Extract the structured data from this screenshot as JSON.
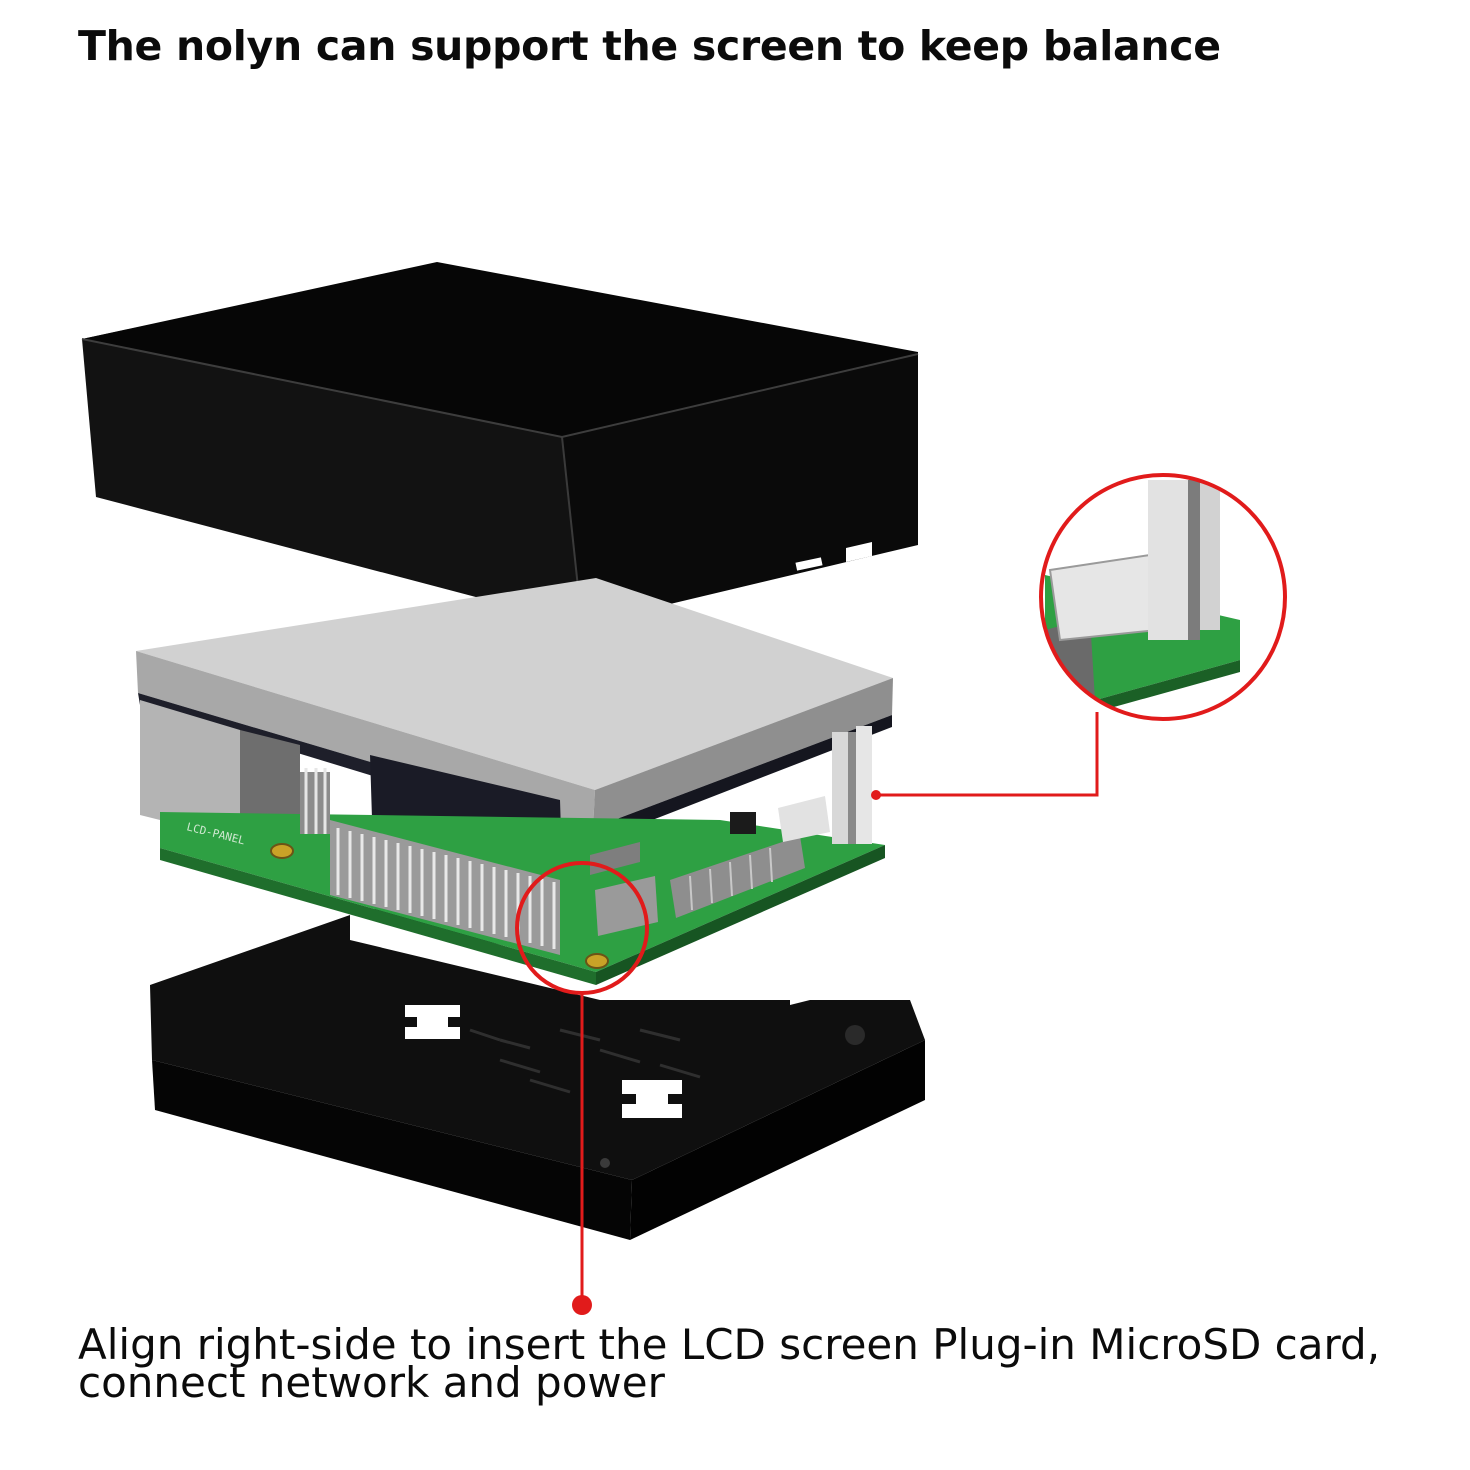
{
  "headline": "The nolyn can support the screen to keep balance",
  "caption": {
    "line1": "Align right-side to insert the LCD screen Plug-in MicroSD card,",
    "line2": "connect network and power"
  },
  "board_silkscreen": "LCD-PANEL",
  "colors": {
    "case": "#0f0f0f",
    "pcb": "#2ea043",
    "screen": "#c9c9c9",
    "callout": "#e11b1b"
  }
}
